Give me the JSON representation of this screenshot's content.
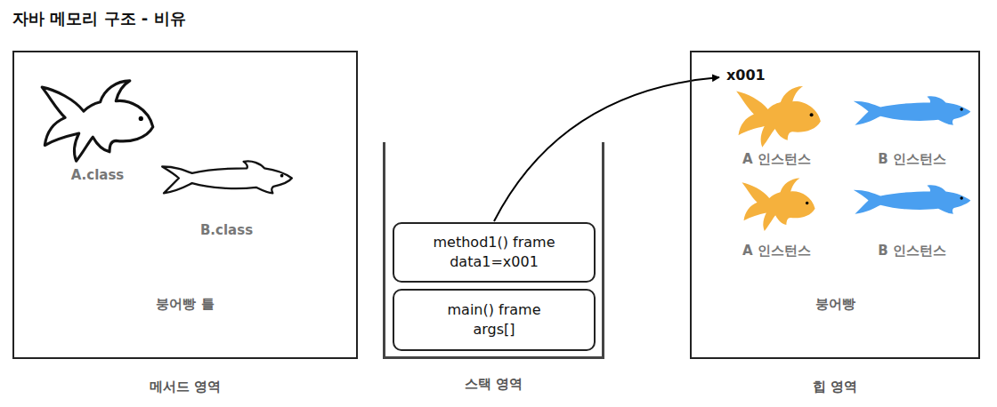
{
  "diagram": {
    "title": "자바 메모리 구조 - 비유",
    "nodes": [
      {
        "text": [
          "붕어빵 틀",
          "메서드 영역"
        ]
      },
      {
        "text": [
          "A.class"
        ],
        "in": 0
      },
      {
        "text": [
          "B.class"
        ],
        "in": 0
      },
      {
        "text": [
          "스택 영역"
        ]
      },
      {
        "text": [
          "method1() frame",
          "data1=x001"
        ],
        "in": 3
      },
      {
        "text": [
          "main() frame",
          "args[]"
        ],
        "in": 3
      },
      {
        "text": [
          "붕어빵",
          "힙 영역"
        ]
      },
      {
        "text": [
          "x001",
          "A 인스턴스"
        ],
        "in": 6
      },
      {
        "text": [
          "B 인스턴스"
        ],
        "in": 6
      },
      {
        "text": [
          "A 인스턴스"
        ],
        "in": 6
      },
      {
        "text": [
          "B 인스턴스"
        ],
        "in": 6
      }
    ],
    "edges": [
      {
        "from": 4,
        "to": 7,
        "arrow": "to"
      }
    ]
  }
}
